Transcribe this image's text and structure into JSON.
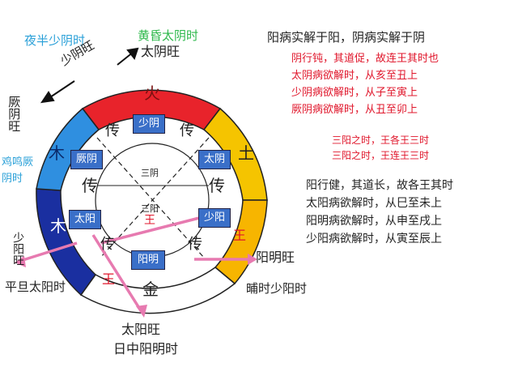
{
  "labels": {
    "midnight": "夜半少阴时",
    "dusk": "黄昏太阴时",
    "taiyin_wang": "太阴旺",
    "shaoyin_wang": "少阴旺",
    "jueyin_wang": "厥阴旺",
    "cockcrow": "鸡鸣厥",
    "cockcrow2": "阴时",
    "shaoyang_wang": "少阳旺",
    "dawn": "平旦太阳时",
    "taiyang_wang": "太阳旺",
    "noon": "日中阳明时",
    "yangming_wang": "阳明旺",
    "afternoon": "晡时少阳时"
  },
  "wheel": {
    "segments": [
      "火",
      "土",
      "金",
      "木"
    ],
    "boxes": {
      "shaoyin": "少阴",
      "jueyin": "厥阴",
      "taiyin": "太阴",
      "taiyang": "太阳",
      "shaoyang": "少阳",
      "yangming": "阳明"
    },
    "inner": {
      "chuan_left": "传",
      "chuan_right": "传",
      "chuan_top_l": "传",
      "chuan_top_r": "传",
      "chuan_bot_l": "传",
      "chuan_bot_r": "传",
      "san_yin": "三阴",
      "san_yang": "三阳",
      "wang_red": "王",
      "wang_left": "王",
      "wang_right": "王"
    }
  },
  "panel": {
    "title": "阳病实解于阳，阴病实解于阴",
    "yin_lines": [
      "阴行钝，其道促，故连王其时也",
      "太阴病欲解时，从亥至丑上",
      "少阴病欲解时，从子至寅上",
      "厥阴病欲解时，从丑至卯上"
    ],
    "mid_lines": [
      "三阳之时，王各王三时",
      "三阳之时，王连王三时"
    ],
    "yang_lines": [
      "阳行健，其道长，故各王其时",
      "太阳病欲解时，从巳至未上",
      "阳明病欲解时，从申至戌上",
      "少阳病欲解时，从寅至辰上"
    ]
  },
  "colors": {
    "fire": "#e8232b",
    "earth": "#f5c400",
    "wood_light": "#2f8fe0",
    "water_dark": "#1a2fa0",
    "box": "#3a6fc8",
    "arrow": "#e77ab0",
    "cyan": "#2aa0d8",
    "green": "#2db84b",
    "red_text": "#e0162b"
  }
}
